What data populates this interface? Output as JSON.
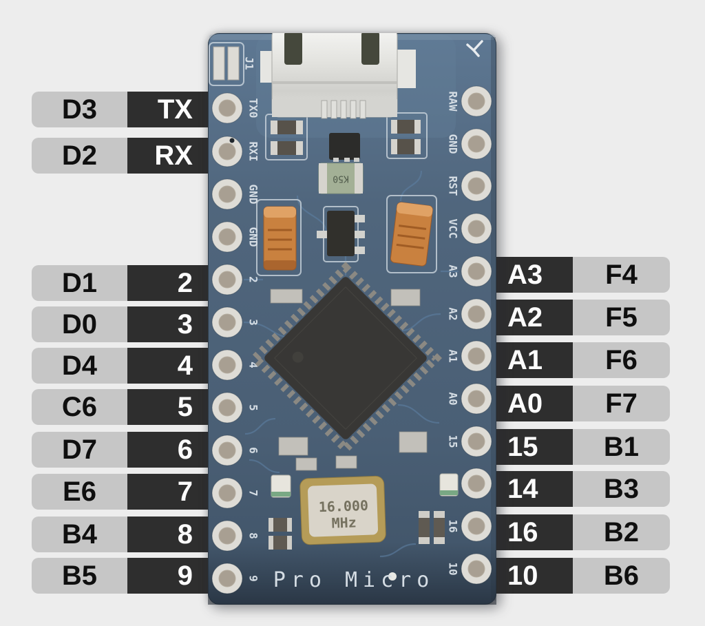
{
  "pinout": {
    "left_pins": [
      {
        "port": "D3",
        "pin": "TX"
      },
      {
        "port": "D2",
        "pin": "RX"
      },
      {
        "port": "D1",
        "pin": "2"
      },
      {
        "port": "D0",
        "pin": "3"
      },
      {
        "port": "D4",
        "pin": "4"
      },
      {
        "port": "C6",
        "pin": "5"
      },
      {
        "port": "D7",
        "pin": "6"
      },
      {
        "port": "E6",
        "pin": "7"
      },
      {
        "port": "B4",
        "pin": "8"
      },
      {
        "port": "B5",
        "pin": "9"
      }
    ],
    "right_pins": [
      {
        "pin": "A3",
        "port": "F4"
      },
      {
        "pin": "A2",
        "port": "F5"
      },
      {
        "pin": "A1",
        "port": "F6"
      },
      {
        "pin": "A0",
        "port": "F7"
      },
      {
        "pin": "15",
        "port": "B1"
      },
      {
        "pin": "14",
        "port": "B3"
      },
      {
        "pin": "16",
        "port": "B2"
      },
      {
        "pin": "10",
        "port": "B6"
      }
    ],
    "board": {
      "title": "Pro Micro",
      "connector_ref": "J1",
      "fuse_label": "K50",
      "crystal": {
        "line1": "16.000",
        "line2": "MHz"
      },
      "silkscreen_left": [
        "TX0",
        "RXI",
        "GND",
        "GND",
        "2",
        "3",
        "4",
        "5",
        "6",
        "7",
        "8",
        "9"
      ],
      "silkscreen_right": [
        "RAW",
        "GND",
        "RST",
        "VCC",
        "A3",
        "A2",
        "A1",
        "A0",
        "15",
        "14",
        "16",
        "10"
      ]
    },
    "colors": {
      "background": "#ededed",
      "label_gray": "#c6c6c6",
      "label_black": "#2e2e2e",
      "label_text_dark": "#0f0f0f",
      "label_text_light": "#fcfcfc",
      "pcb_blue": "#4d6379",
      "silkscreen": "#d5dde4",
      "capacitor_orange": "#c9813f"
    }
  }
}
